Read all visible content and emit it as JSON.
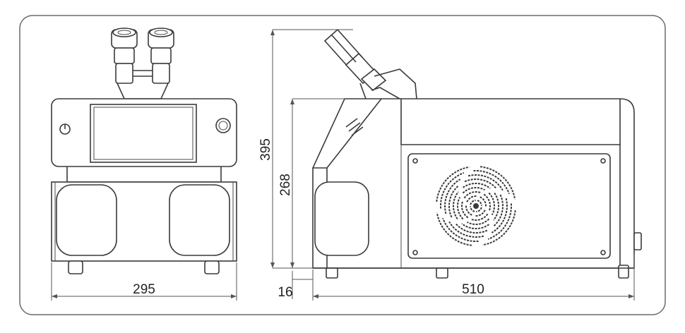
{
  "dimensions": {
    "front_width": "295",
    "side_depth": "510",
    "total_height": "395",
    "body_height": "268",
    "foot_height": "16"
  }
}
